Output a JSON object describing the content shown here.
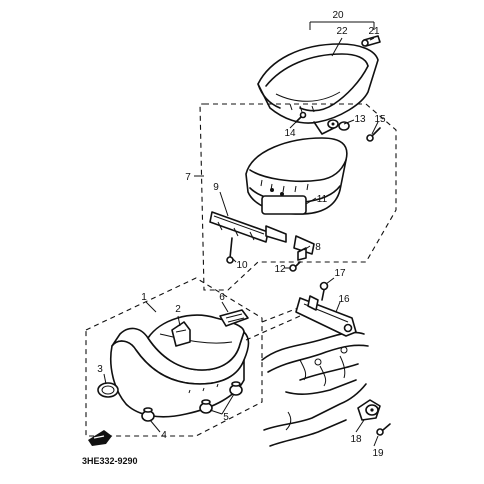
{
  "diagram": {
    "part_code": "3HE332-9290",
    "callouts": [
      {
        "id": "c1",
        "text": "1"
      },
      {
        "id": "c2",
        "text": "2"
      },
      {
        "id": "c3",
        "text": "3"
      },
      {
        "id": "c4",
        "text": "4"
      },
      {
        "id": "c5",
        "text": "5"
      },
      {
        "id": "c6",
        "text": "6"
      },
      {
        "id": "c7",
        "text": "7"
      },
      {
        "id": "c8",
        "text": "8"
      },
      {
        "id": "c9",
        "text": "9"
      },
      {
        "id": "c10",
        "text": "10"
      },
      {
        "id": "c11",
        "text": "11"
      },
      {
        "id": "c12",
        "text": "12"
      },
      {
        "id": "c13",
        "text": "13"
      },
      {
        "id": "c14",
        "text": "14"
      },
      {
        "id": "c15",
        "text": "15"
      },
      {
        "id": "c16",
        "text": "16"
      },
      {
        "id": "c17",
        "text": "17"
      },
      {
        "id": "c18",
        "text": "18"
      },
      {
        "id": "c19",
        "text": "19"
      },
      {
        "id": "c20",
        "text": "20"
      },
      {
        "id": "c21",
        "text": "21"
      },
      {
        "id": "c22",
        "text": "22"
      }
    ]
  }
}
